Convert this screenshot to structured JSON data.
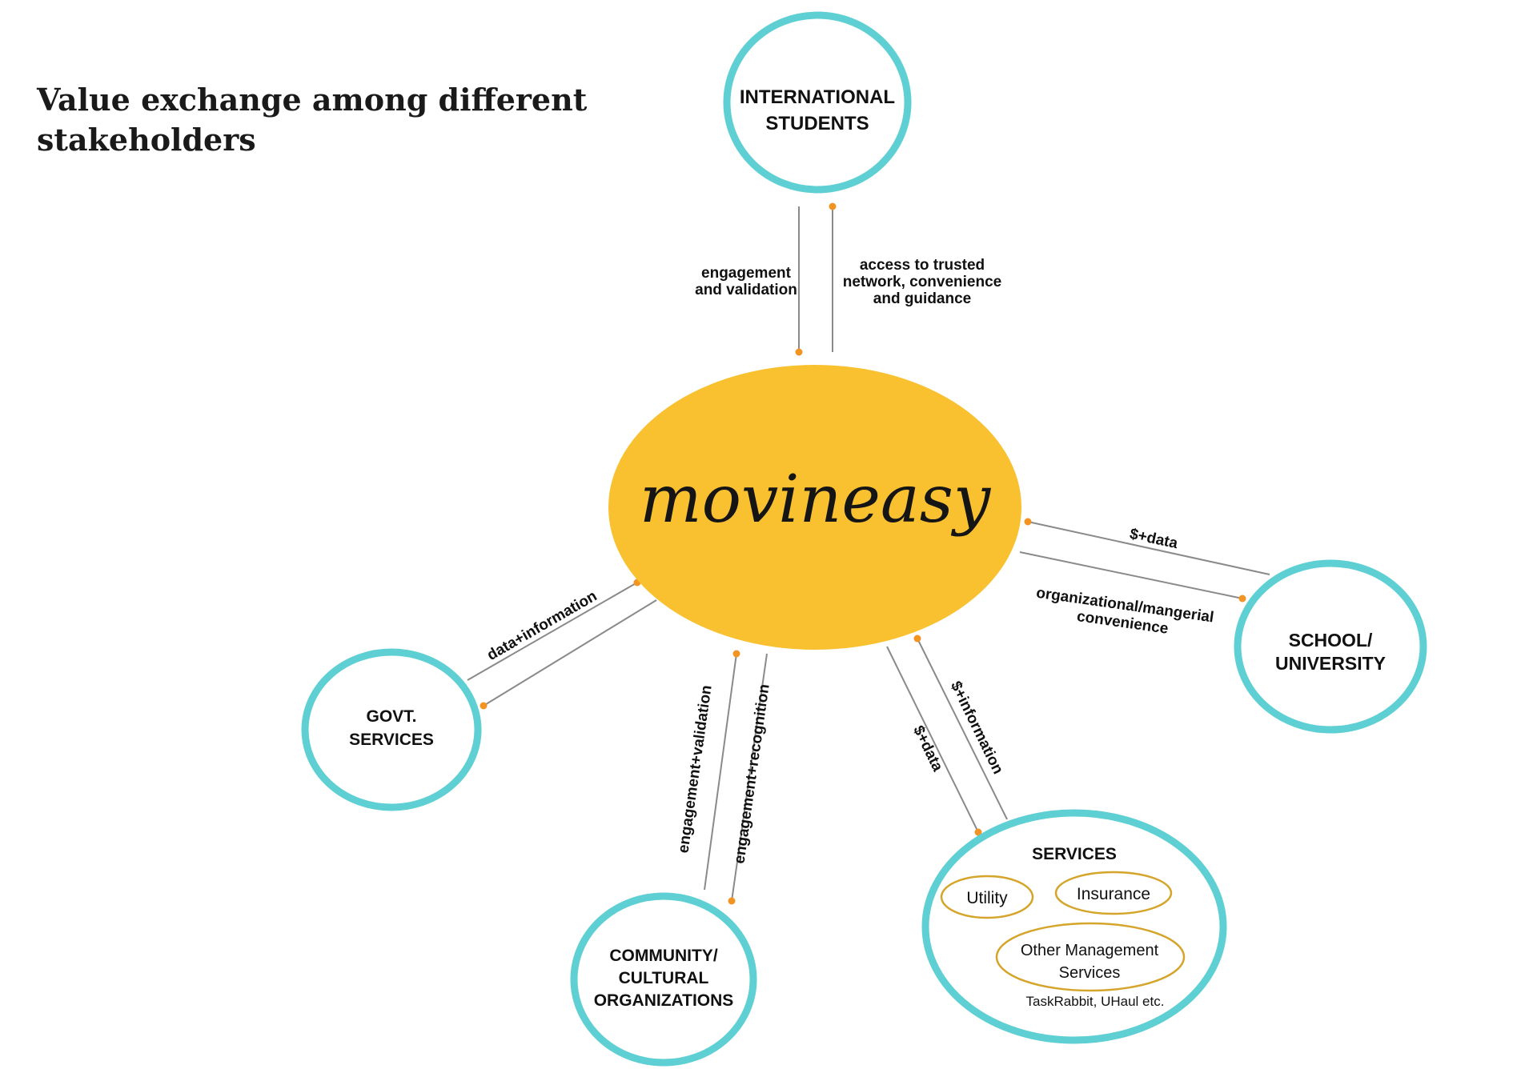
{
  "title": {
    "line1": "Value exchange among different",
    "line2": "stakeholders"
  },
  "center": {
    "brand": "movineasy"
  },
  "colors": {
    "node_ring": "#5ecfd3",
    "hub_fill": "#f9c130",
    "dot": "#f29423",
    "line": "#8a8a8a",
    "sub_ring": "#d4a52a"
  },
  "nodes": {
    "students": {
      "line1": "INTERNATIONAL",
      "line2": "STUDENTS"
    },
    "school": {
      "line1": "SCHOOL/",
      "line2": "UNIVERSITY"
    },
    "govt": {
      "line1": "GOVT.",
      "line2": "SERVICES"
    },
    "community": {
      "line1": "COMMUNITY/",
      "line2": "CULTURAL",
      "line3": "ORGANIZATIONS"
    },
    "services": {
      "title": "SERVICES",
      "utility": "Utility",
      "insurance": "Insurance",
      "other_line1": "Other Management",
      "other_line2": "Services",
      "examples": "TaskRabbit, UHaul etc."
    }
  },
  "edges": {
    "students_to_hub": {
      "line1": "engagement",
      "line2": "and validation"
    },
    "hub_to_students": {
      "line1": "access to trusted",
      "line2": "network, convenience",
      "line3": "and guidance"
    },
    "school_to_hub": "$+data",
    "hub_to_school": {
      "line1": "organizational/mangerial",
      "line2": "convenience"
    },
    "govt_hub": "data+information",
    "community_to_hub": "engagement+validation",
    "hub_to_community": "engagement+recognition",
    "services_to_hub": "$+data",
    "hub_to_services": "$+information"
  }
}
